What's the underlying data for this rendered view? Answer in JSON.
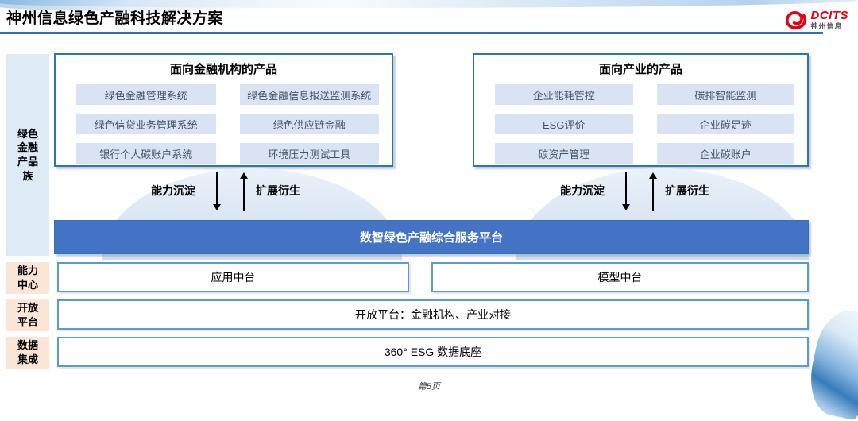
{
  "colors": {
    "accent_blue": "#4472C4",
    "border_blue": "#2E75B6",
    "row_border_blue": "#5B9BD5",
    "item_fill": "#DAE3F3",
    "item_text": "#44546A",
    "sidebar_blue": "#DEEBF7",
    "sidebar_peach": "#FBE5D6",
    "logo_red": "#E60012"
  },
  "header": {
    "title": "神州信息绿色产融科技解决方案",
    "logo_text": "DCITS",
    "logo_subtext": "神州信息"
  },
  "sidebar": {
    "product_family": "绿色金融产品族",
    "capability": "能力中心",
    "open_platform": "开放平台",
    "data_integration": "数据集成"
  },
  "finance_products": {
    "title": "面向金融机构的产品",
    "items": [
      "绿色金融管理系统",
      "绿色金融信息报送监测系统",
      "绿色信贷业务管理系统",
      "绿色供应链金融",
      "银行个人碳账户系统",
      "环境压力测试工具"
    ]
  },
  "industry_products": {
    "title": "面向产业的产品",
    "items": [
      "企业能耗管控",
      "碳排智能监测",
      "ESG评价",
      "企业碳足迹",
      "碳资产管理",
      "企业碳账户"
    ]
  },
  "arrows": {
    "down_label": "能力沉淀",
    "up_label": "扩展衍生"
  },
  "platform": {
    "title": "数智绿色产融综合服务平台"
  },
  "middle_layer": {
    "left": "应用中台",
    "right": "模型中台"
  },
  "open_platform_row": {
    "text": "开放平台：金融机构、产业对接"
  },
  "data_row": {
    "text": "360° ESG 数据底座"
  },
  "footer": {
    "page": "第5页"
  }
}
